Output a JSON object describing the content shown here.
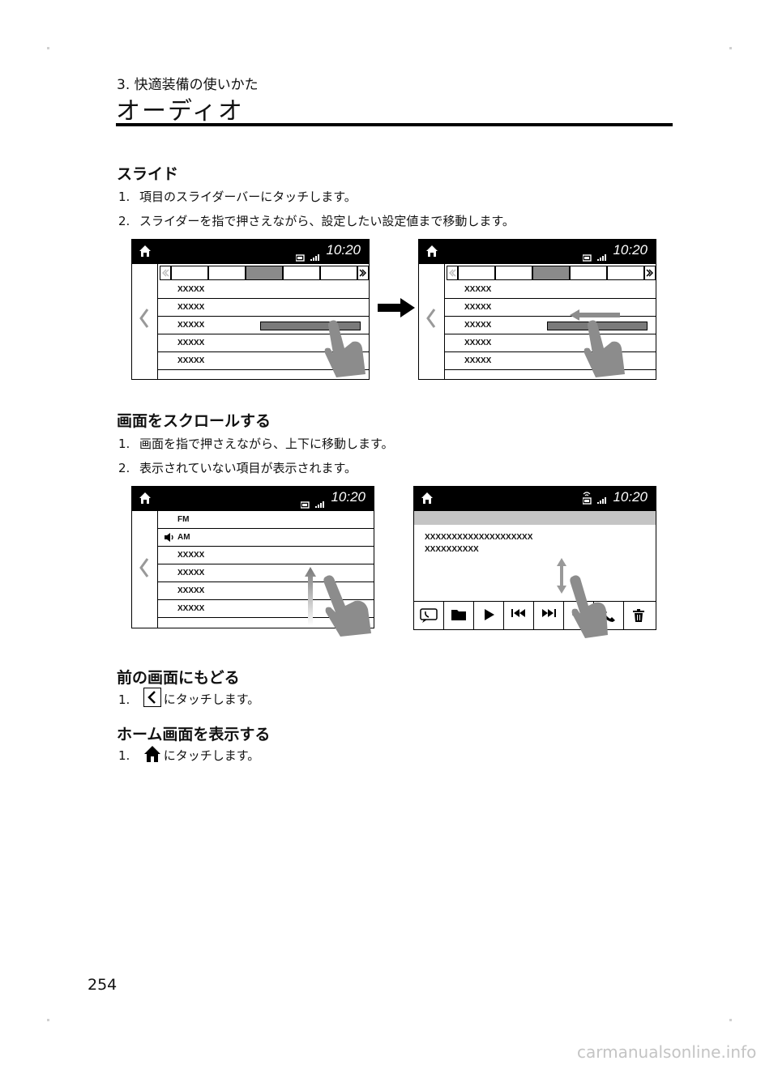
{
  "header": {
    "chapter": "3. 快適装備の使いかた",
    "title": "オーディオ"
  },
  "sections": [
    {
      "heading": "スライド",
      "steps": [
        {
          "num": "1.",
          "text": "項目のスライダーバーにタッチします。"
        },
        {
          "num": "2.",
          "text": "スライダーを指で押さえながら、設定したい設定値まで移動します。"
        }
      ]
    },
    {
      "heading": "画面をスクロールする",
      "steps": [
        {
          "num": "1.",
          "text": "画面を指で押さえながら、上下に移動します。"
        },
        {
          "num": "2.",
          "text": "表示されていない項目が表示されます。"
        }
      ]
    },
    {
      "heading": "前の画面にもどる",
      "steps": [
        {
          "num": "1.",
          "text": "にタッチします。",
          "icon": "back-chevron-icon"
        }
      ]
    },
    {
      "heading": "ホーム画面を表示する",
      "steps": [
        {
          "num": "1.",
          "text": "にタッチします。",
          "icon": "home-icon"
        }
      ]
    }
  ],
  "screens": {
    "time": "10:20",
    "slide_rows": [
      "XXXXX",
      "XXXXX",
      "XXXXX",
      "XXXXX",
      "XXXXX"
    ],
    "scroll_rows": [
      "FM",
      "AM",
      "XXXXX",
      "XXXXX",
      "XXXXX",
      "XXXXX"
    ],
    "message_lines": [
      "XXXXXXXXXXXXXXXXXXXX",
      "XXXXXXXXXX"
    ],
    "message_controls": [
      "sms-icon",
      "folder-icon",
      "play-icon",
      "previous-track-icon",
      "next-track-icon",
      "reply-icon",
      "phone-icon",
      "trash-icon"
    ],
    "slider_before_fill": 1.0,
    "slider_after_fill": 1.0
  },
  "page_number": "254",
  "footer": "carmanualsonline.info"
}
